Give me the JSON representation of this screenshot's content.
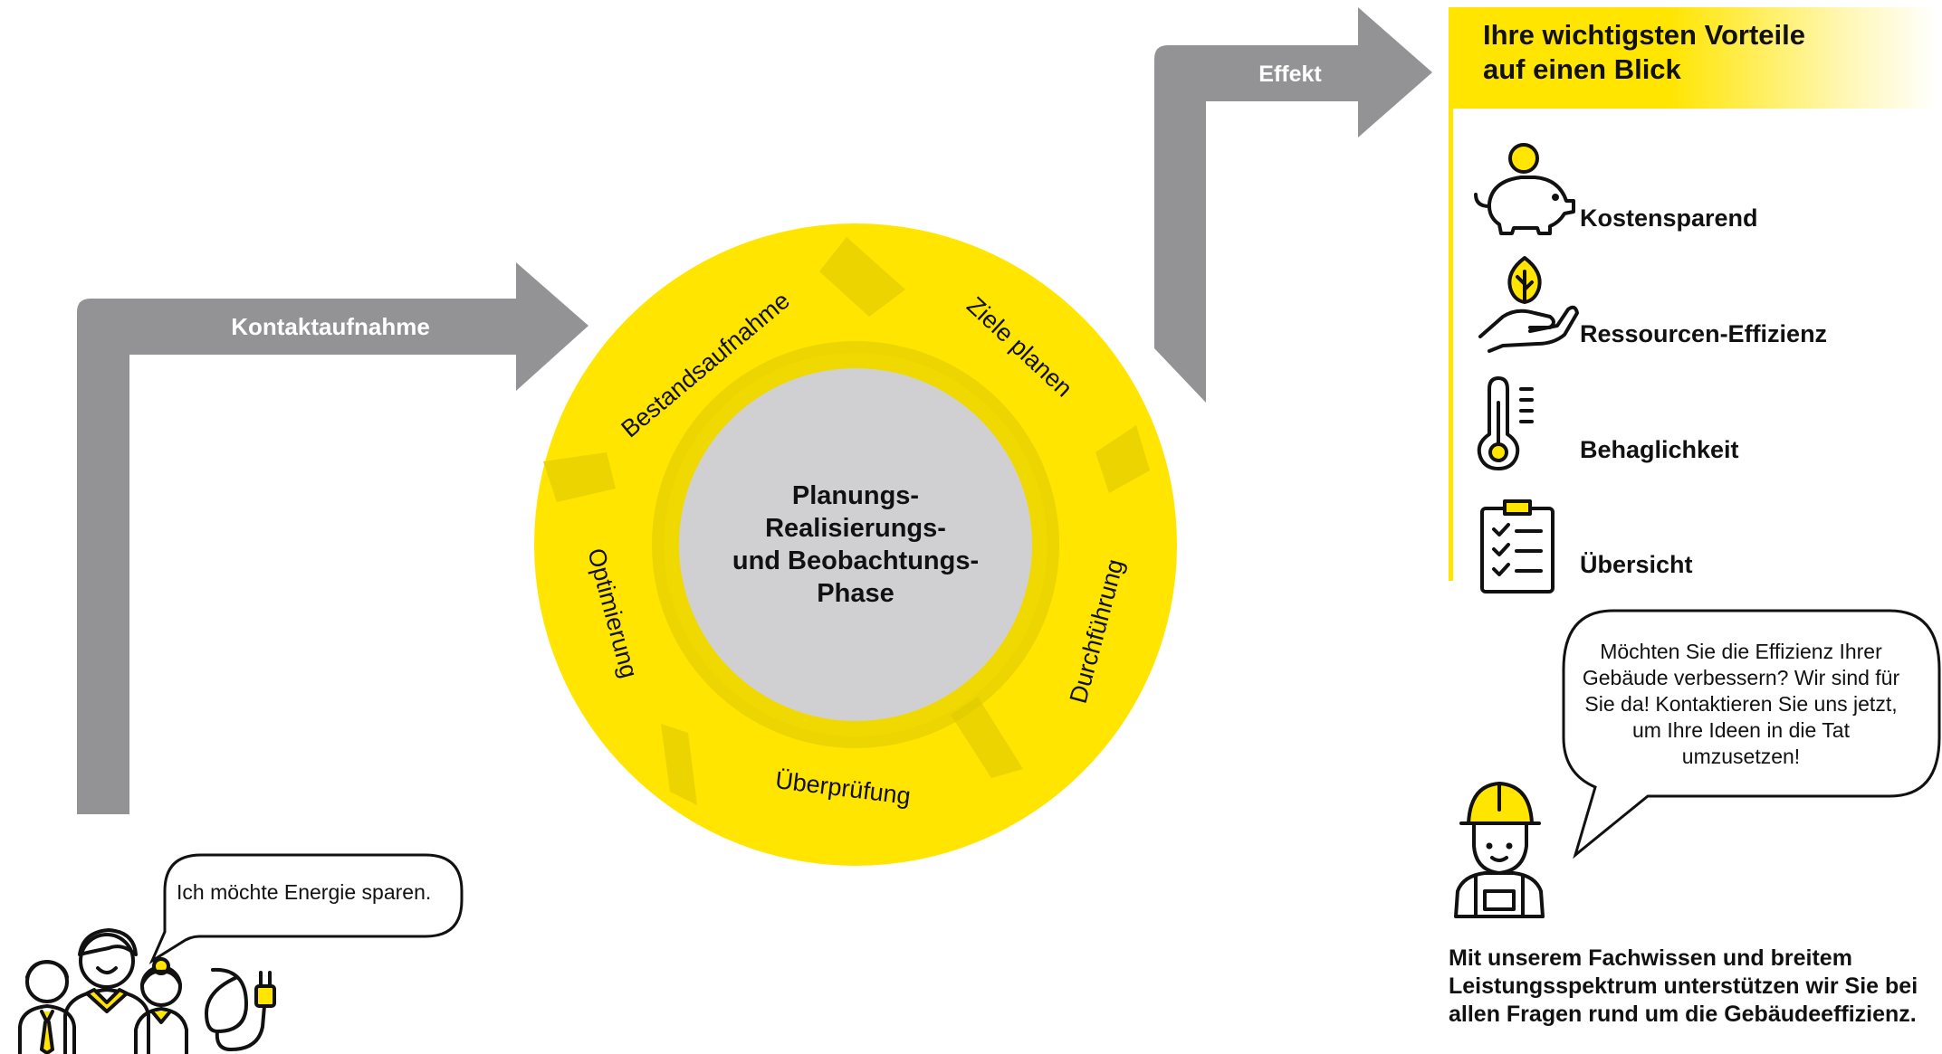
{
  "flow": {
    "contact_label": "Kontaktaufnahme",
    "effect_label": "Effekt"
  },
  "cycle": {
    "center_lines": [
      "Planungs-",
      "Realisierungs-",
      "und Beobachtungs-",
      "Phase"
    ],
    "steps": [
      "Bestandsaufnahme",
      "Ziele planen",
      "Durchführung",
      "Überprüfung",
      "Optimierung"
    ]
  },
  "benefits": {
    "title_line1": "Ihre wichtigsten Vorteile",
    "title_line2": "auf einen Blick",
    "items": [
      {
        "label": "Kostensparend",
        "icon": "piggy-bank-icon"
      },
      {
        "label": "Ressourcen-Effizienz",
        "icon": "leaf-hand-icon"
      },
      {
        "label": "Behaglichkeit",
        "icon": "thermometer-icon"
      },
      {
        "label": "Übersicht",
        "icon": "checklist-icon"
      }
    ]
  },
  "bubbles": {
    "customer": "Ich möchte Energie sparen.",
    "expert": "Möchten Sie die Effizienz Ihrer Gebäude verbessern? Wir sind für Sie da! Kontaktieren Sie uns jetzt, um Ihre Ideen in die Tat umzusetzen!"
  },
  "footer": "Mit unserem Fachwissen und breitem Leistungsspektrum unterstützen wir Sie bei allen Fragen rund um die Gebäudeeffizienz.",
  "colors": {
    "yellow": "#ffe500",
    "yellow_shadow": "#e8d000",
    "arrow_gray": "#939395",
    "center_gray": "#d0d0d2",
    "text": "#111111"
  }
}
